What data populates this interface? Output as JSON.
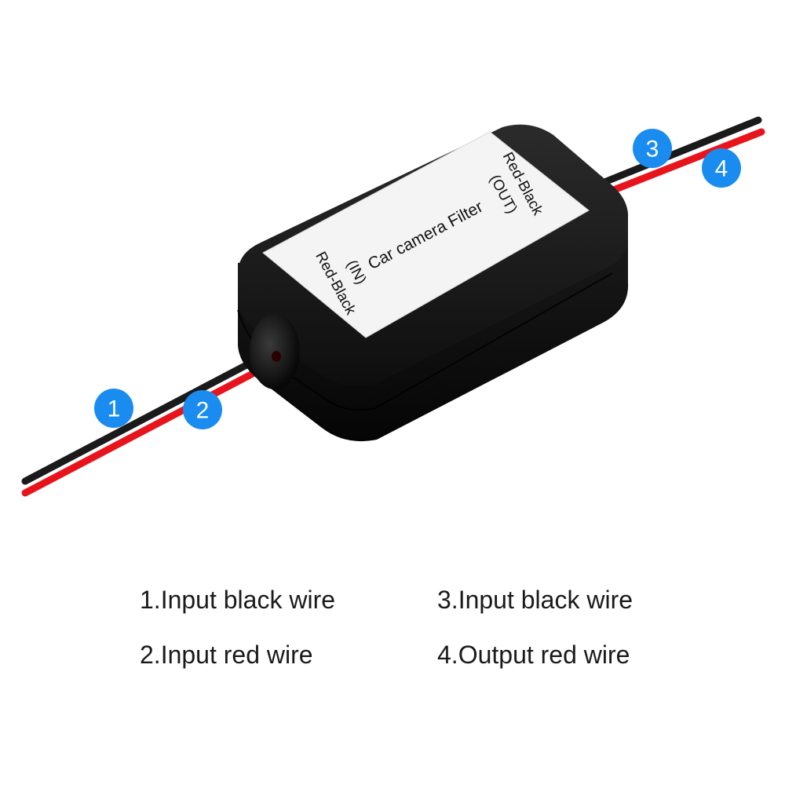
{
  "product": {
    "label": {
      "in_wire": "Red-Black",
      "in_tag": "(IN)",
      "name": "Car camera Filter",
      "out_tag": "(OUT)",
      "out_wire": "Red-Black"
    }
  },
  "callouts": [
    {
      "number": "1",
      "text": "1.Input black wire"
    },
    {
      "number": "2",
      "text": "2.Input red wire"
    },
    {
      "number": "3",
      "text": "3.Input black wire"
    },
    {
      "number": "4",
      "text": "4.Output red wire"
    }
  ],
  "colors": {
    "badge": "#1a8cf0",
    "wire_red": "#e8141c",
    "wire_black": "#1a1a1a",
    "housing": "#141414",
    "sticker": "#f4f4f4"
  }
}
